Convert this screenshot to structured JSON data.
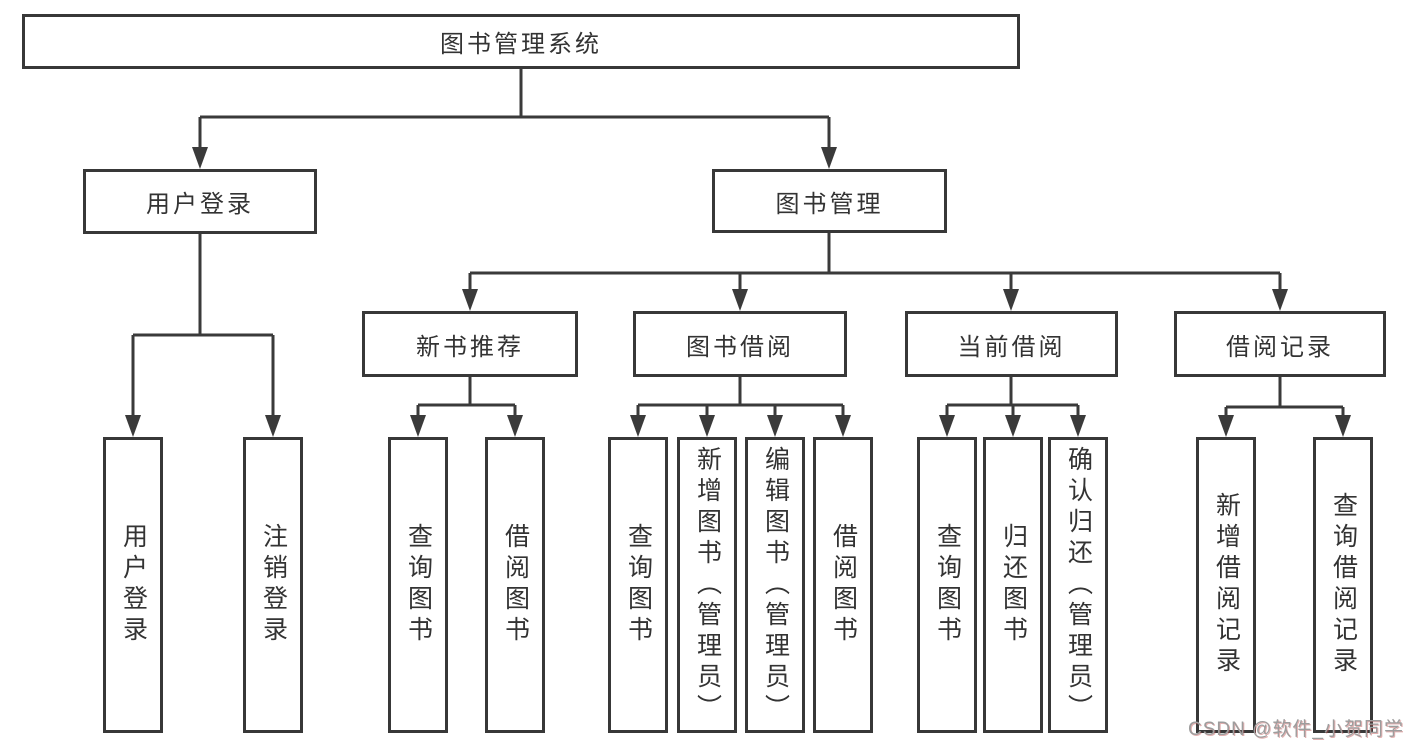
{
  "watermark": "CSDN @软件_小贺同学",
  "colors": {
    "line": "#3a3a3a",
    "box_border": "#383838",
    "text": "#333333",
    "background": "#ffffff",
    "watermark": "#9d9d9d"
  },
  "root": {
    "label": "图书管理系统"
  },
  "branches": [
    {
      "label": "用户登录",
      "children": [
        {
          "label": "用户登录"
        },
        {
          "label": "注销登录"
        }
      ]
    },
    {
      "label": "图书管理",
      "children": [
        {
          "label": "新书推荐",
          "children": [
            {
              "label": "查询图书"
            },
            {
              "label": "借阅图书"
            }
          ]
        },
        {
          "label": "图书借阅",
          "children": [
            {
              "label": "查询图书"
            },
            {
              "label": "新增图书（管理员）"
            },
            {
              "label": "编辑图书（管理员）"
            },
            {
              "label": "借阅图书"
            }
          ]
        },
        {
          "label": "当前借阅",
          "children": [
            {
              "label": "查询图书"
            },
            {
              "label": "归还图书"
            },
            {
              "label": "确认归还（管理员）"
            }
          ]
        },
        {
          "label": "借阅记录",
          "children": [
            {
              "label": "新增借阅记录"
            },
            {
              "label": "查询借阅记录"
            }
          ]
        }
      ]
    }
  ]
}
